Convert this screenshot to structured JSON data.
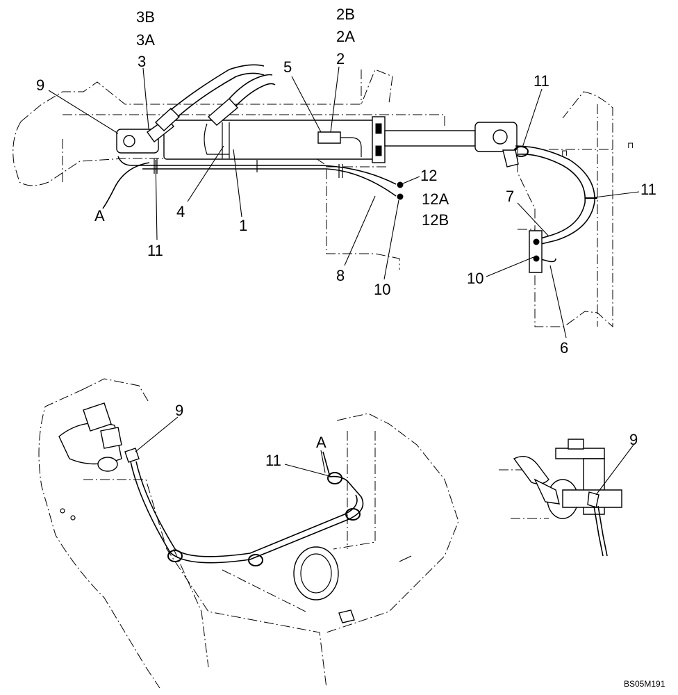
{
  "callouts": {
    "c3B": "3B",
    "c3A": "3A",
    "c3": "3",
    "c9_top": "9",
    "c2B": "2B",
    "c2A": "2A",
    "c2": "2",
    "c5": "5",
    "c11_top_left": "11",
    "c4": "4",
    "c1": "1",
    "cA_top": "A",
    "c12": "12",
    "c12A": "12A",
    "c12B": "12B",
    "c8": "8",
    "c10_mid": "10",
    "c11_top_right": "11",
    "c11_right": "11",
    "c7": "7",
    "c10_right": "10",
    "c6": "6",
    "c9_bottom": "9",
    "c11_bottom": "11",
    "cA_bottom": "A",
    "c9_detail": "9"
  },
  "reference_code": "BS05M191"
}
